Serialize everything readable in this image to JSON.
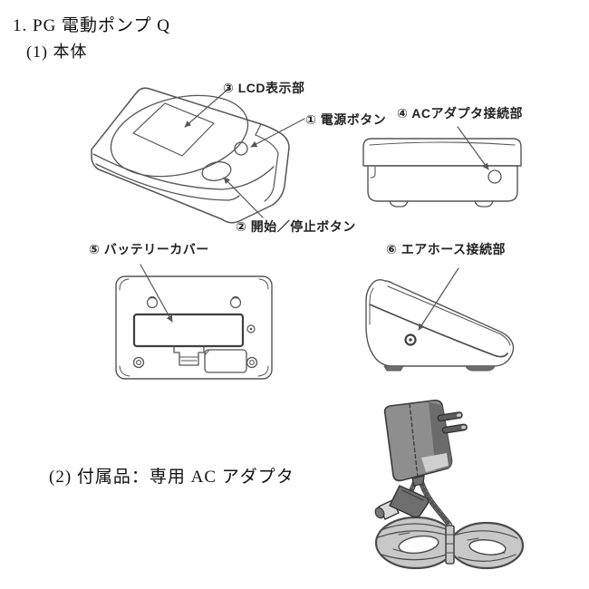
{
  "document": {
    "title": "1. PG 電動ポンプ Q",
    "sections": [
      {
        "label": "(1) 本体"
      },
      {
        "label": "(2) 付属品：専用 AC アダプタ"
      }
    ]
  },
  "callouts": {
    "power_button": "① 電源ボタン",
    "start_stop_button": "② 開始／停止ボタン",
    "lcd_display": "③ LCD表示部",
    "ac_adapter_port": "④ ACアダプタ接続部",
    "battery_cover": "⑤ バッテリーカバー",
    "air_hose_port": "⑥ エアホース接続部"
  },
  "colors": {
    "background": "#ffffff",
    "line": "#555555",
    "text": "#1c1c1c",
    "adapter_body": "#8e8e8e",
    "adapter_dark": "#5c5c5c",
    "cable_gray": "#c8c8c8"
  }
}
